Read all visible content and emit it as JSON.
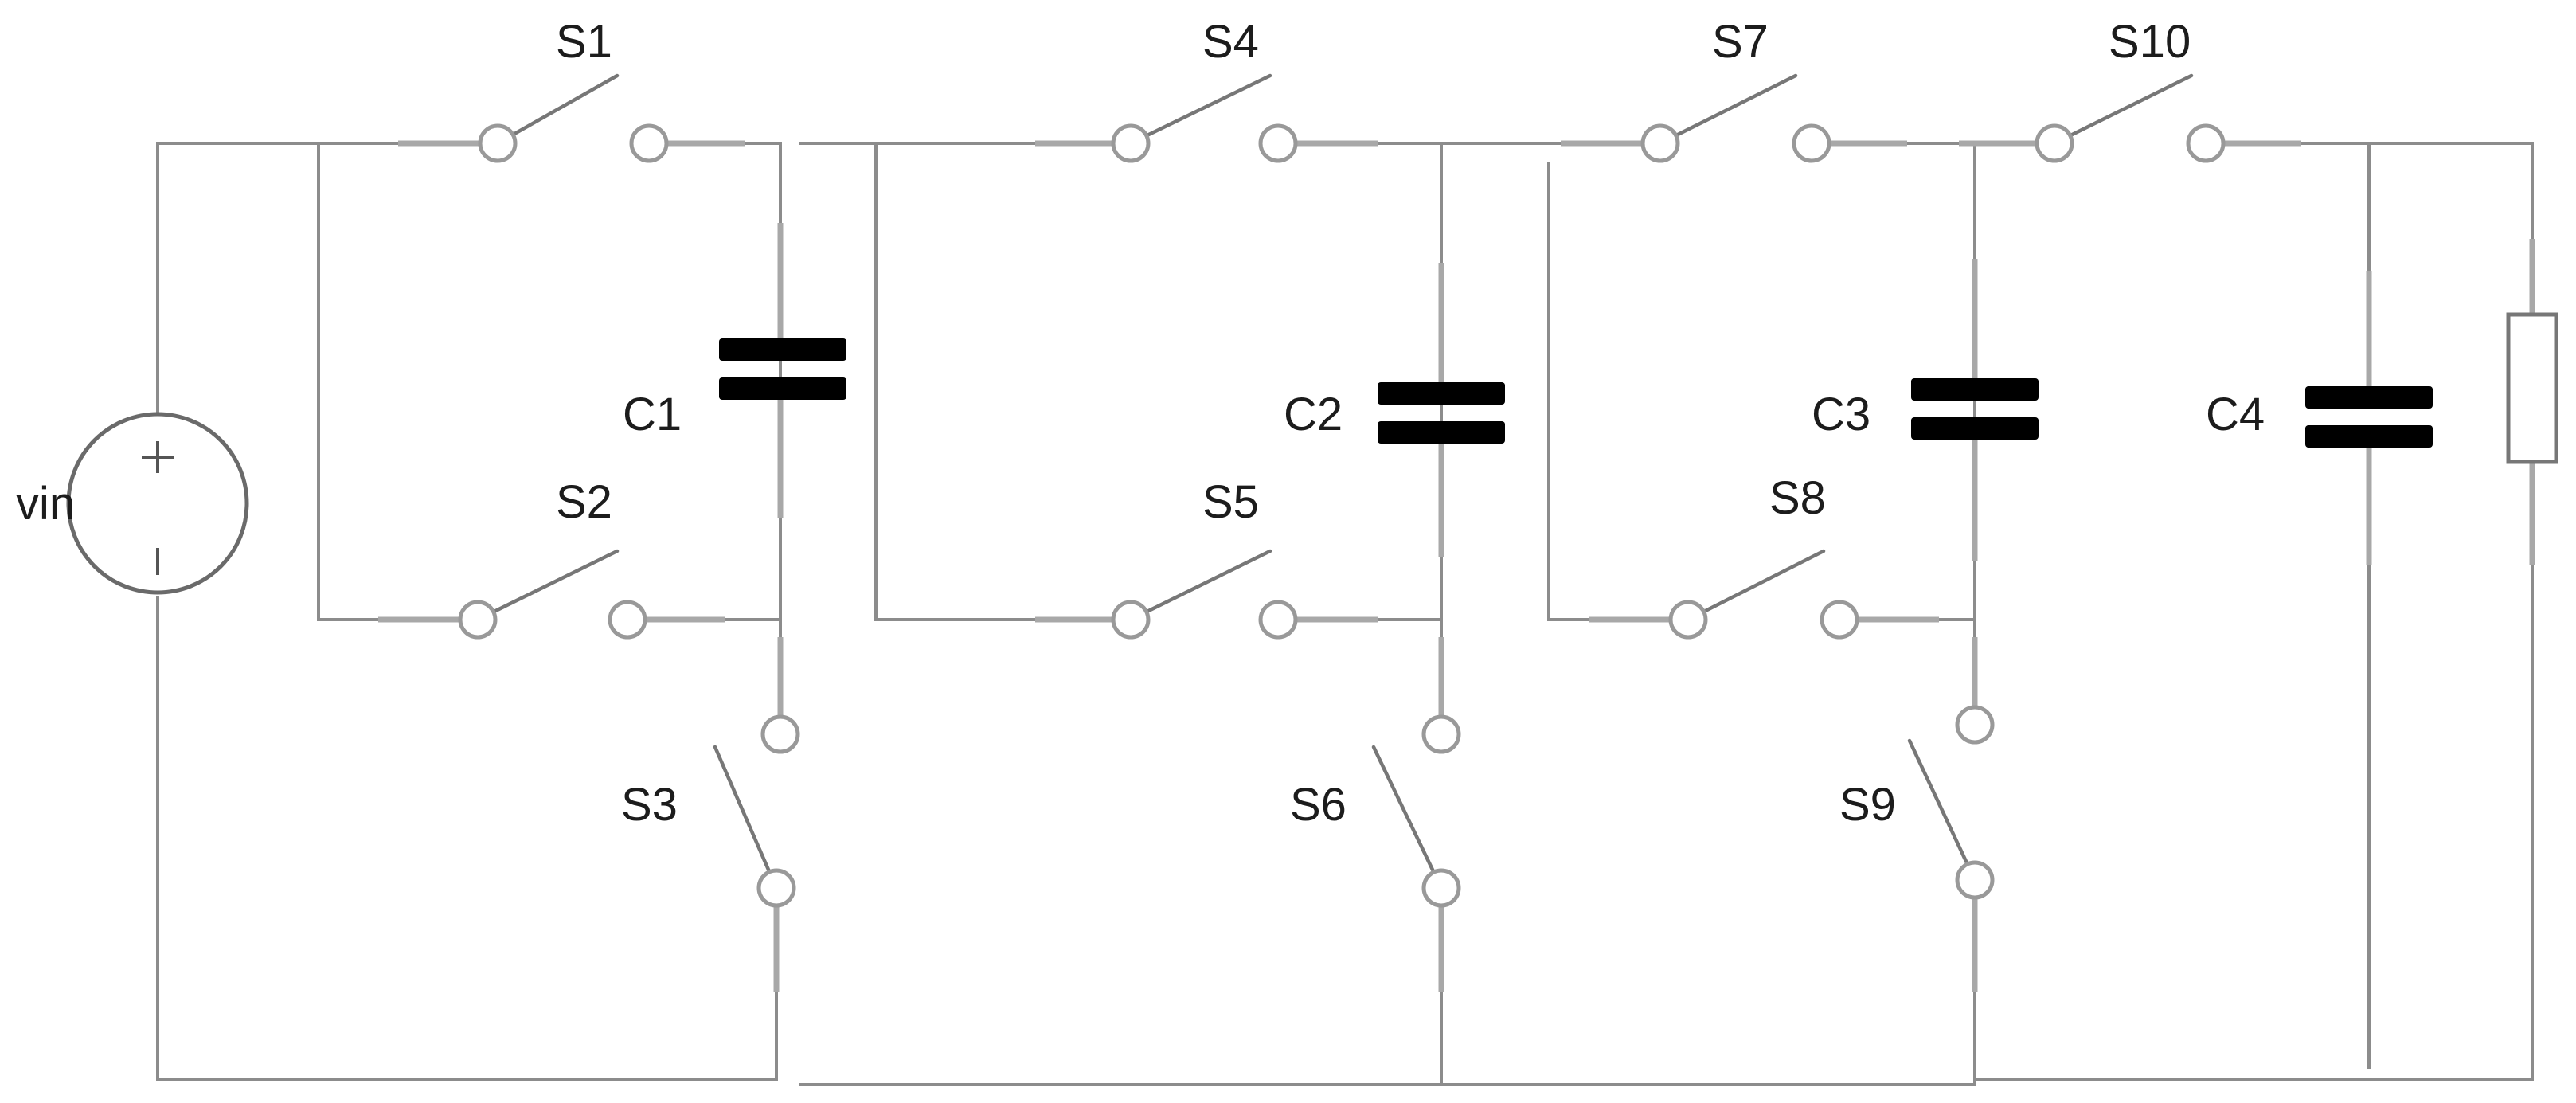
{
  "source": {
    "label": "vin",
    "plus": "+",
    "minus": "-"
  },
  "switches": [
    "S1",
    "S2",
    "S3",
    "S4",
    "S5",
    "S6",
    "S7",
    "S8",
    "S9",
    "S10"
  ],
  "capacitors": [
    "C1",
    "C2",
    "C3",
    "C4"
  ],
  "colors": {
    "wire": "#8c8c8c",
    "plate": "#000000",
    "label": "#1c1c1c"
  }
}
